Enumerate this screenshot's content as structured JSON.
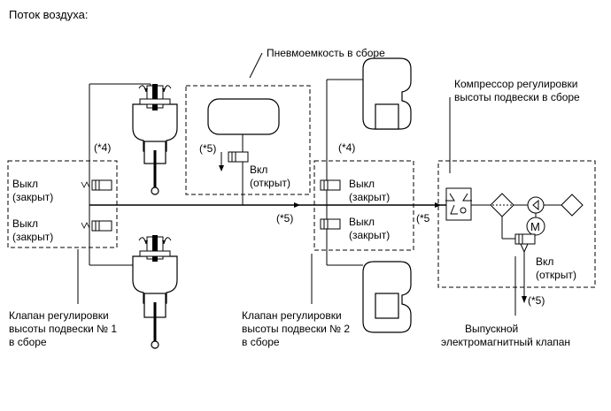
{
  "title": "Поток воздуха:",
  "labels": {
    "reservoir": "Пневмоемкость в сборе",
    "compressor_1": "Компрессор регулировки",
    "compressor_2": "высоты подвески в сборе",
    "valve1_1": "Клапан регулировки",
    "valve1_2": "высоты подвески № 1",
    "valve1_3": "в сборе",
    "valve2_1": "Клапан регулировки",
    "valve2_2": "высоты подвески № 2",
    "valve2_3": "в сборе",
    "exhaust_1": "Выпускной",
    "exhaust_2": "электромагнитный клапан"
  },
  "states": {
    "v1_top_1": "Выкл",
    "v1_top_2": "(закрыт)",
    "v1_bot_1": "Выкл",
    "v1_bot_2": "(закрыт)",
    "v2_top_1": "Выкл",
    "v2_top_2": "(закрыт)",
    "v2_bot_1": "Выкл",
    "v2_bot_2": "(закрыт)",
    "res_1": "Вкл",
    "res_2": "(открыт)",
    "exh_1": "Вкл",
    "exh_2": "(открыт)"
  },
  "notes": {
    "n4_left": "(*4)",
    "n4_right": "(*4)",
    "n5_res": "(*5)",
    "n5_mid": "(*5)",
    "n5_right": "(*5",
    "n5_exh": "(*5)"
  }
}
